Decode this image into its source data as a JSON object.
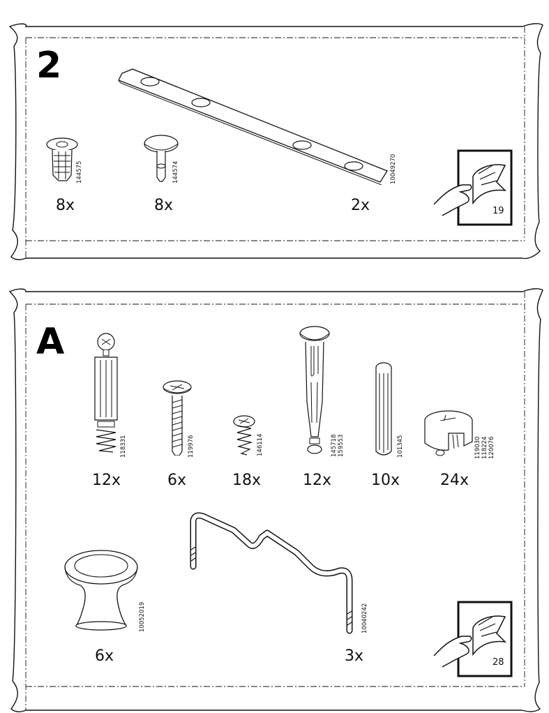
{
  "bag_step": {
    "step_label": "2",
    "parts": [
      {
        "id": "144575",
        "qty": "8x",
        "icon": "cam-dowel-sleeve-icon"
      },
      {
        "id": "144574",
        "qty": "8x",
        "icon": "cam-bolt-icon"
      },
      {
        "id": "10049270",
        "qty": "2x",
        "icon": "connector-plate-icon"
      }
    ],
    "page_ref": "19"
  },
  "bag_a": {
    "step_label": "A",
    "parts": [
      {
        "id": "118331",
        "qty": "12x",
        "icon": "cam-lock-bolt-icon"
      },
      {
        "id": "119976",
        "qty": "6x",
        "icon": "screw-icon"
      },
      {
        "id": "146114",
        "qty": "18x",
        "icon": "short-screw-icon"
      },
      {
        "ids": [
          "145718",
          "159553"
        ],
        "qty": "12x",
        "icon": "shelf-pin-icon"
      },
      {
        "id": "101345",
        "qty": "10x",
        "icon": "wooden-dowel-icon"
      },
      {
        "ids": [
          "119030",
          "118224",
          "120076"
        ],
        "qty": "24x",
        "icon": "cam-lock-nut-icon"
      },
      {
        "id": "10052019",
        "qty": "6x",
        "icon": "knob-icon"
      },
      {
        "id": "10040242",
        "qty": "3x",
        "icon": "wire-handle-icon"
      }
    ],
    "page_ref": "28"
  }
}
